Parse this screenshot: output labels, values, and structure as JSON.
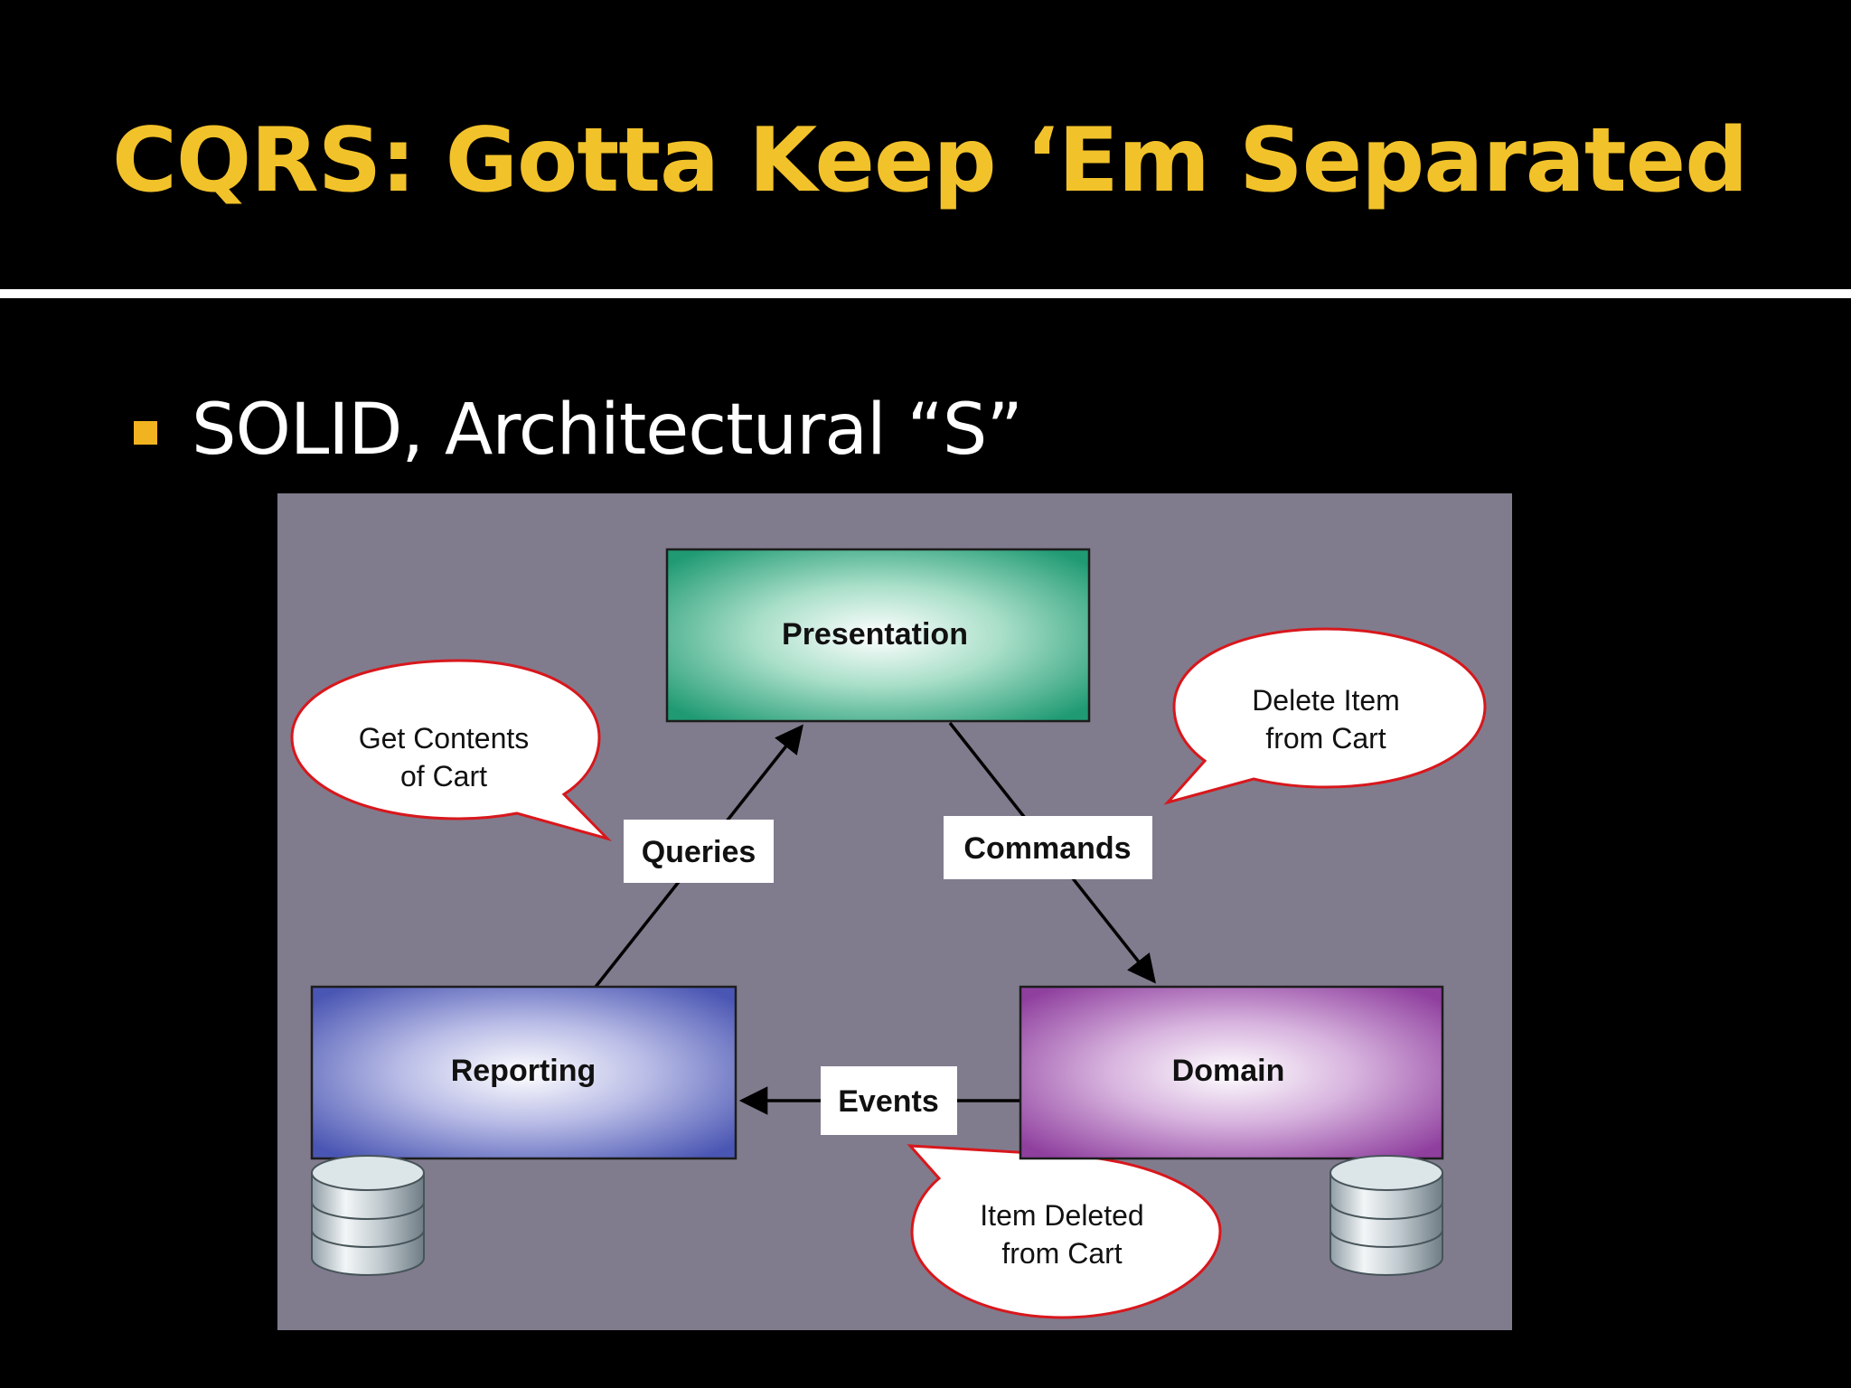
{
  "slide": {
    "title": "CQRS: Gotta Keep ‘Em Separated",
    "bullet": "SOLID, Architectural “S”"
  },
  "diagram": {
    "nodes": {
      "presentation": "Presentation",
      "reporting": "Reporting",
      "domain": "Domain"
    },
    "edges": {
      "queries": "Queries",
      "commands": "Commands",
      "events": "Events"
    },
    "callouts": {
      "get_contents": [
        "Get Contents",
        "of Cart"
      ],
      "delete_item": [
        "Delete Item",
        "from Cart"
      ],
      "item_deleted": [
        "Item Deleted",
        "from Cart"
      ]
    }
  },
  "colors": {
    "title": "#f2c22a",
    "bullet": "#f2b321",
    "panel": "#807c8d",
    "presentation": "#1f9a72",
    "reporting": "#4a56b3",
    "domain": "#8f3f9e",
    "callout_border": "#d8171c"
  }
}
